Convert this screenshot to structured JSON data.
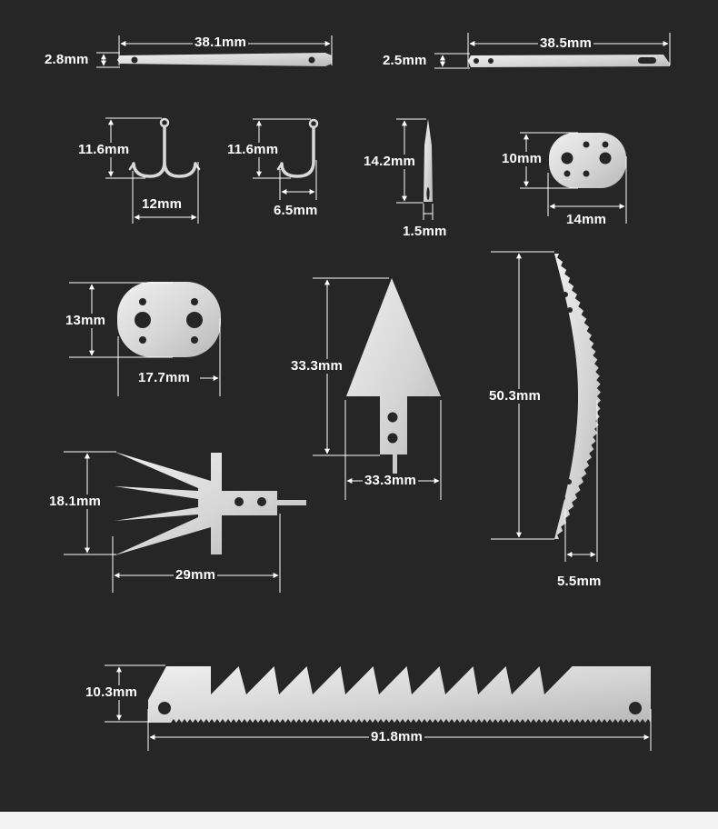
{
  "colors": {
    "background": "#262626",
    "metal_light": "#e4e4e4",
    "metal_dark": "#b9b9b9",
    "dimension_line": "#ffffff",
    "bottom_strip": "#f3f3f3"
  },
  "parts": [
    {
      "id": "needle-1",
      "name": "flat needle blade",
      "dimensions": [
        "38.1mm",
        "2.8mm"
      ]
    },
    {
      "id": "needle-2",
      "name": "flat threader needle",
      "dimensions": [
        "38.5mm",
        "2.5mm"
      ]
    },
    {
      "id": "double-hook",
      "name": "double fish hook",
      "dimensions": [
        "11.6mm",
        "12mm"
      ]
    },
    {
      "id": "single-hook",
      "name": "single fish hook",
      "dimensions": [
        "11.6mm",
        "6.5mm"
      ]
    },
    {
      "id": "pin",
      "name": "sewing pin",
      "dimensions": [
        "14.2mm",
        "1.5mm"
      ]
    },
    {
      "id": "small-disc",
      "name": "small oval disc",
      "dimensions": [
        "10mm",
        "14mm"
      ]
    },
    {
      "id": "large-disc",
      "name": "large oval disc",
      "dimensions": [
        "13mm",
        "17.7mm"
      ]
    },
    {
      "id": "arrowhead",
      "name": "arrowhead",
      "dimensions": [
        "33.3mm",
        "33.3mm"
      ]
    },
    {
      "id": "curved-saw",
      "name": "curved saw blade",
      "dimensions": [
        "50.3mm",
        "5.5mm"
      ]
    },
    {
      "id": "fish-spear",
      "name": "fish spear head",
      "dimensions": [
        "18.1mm",
        "29mm"
      ]
    },
    {
      "id": "long-saw",
      "name": "long saw blade",
      "dimensions": [
        "10.3mm",
        "91.8mm"
      ]
    }
  ]
}
